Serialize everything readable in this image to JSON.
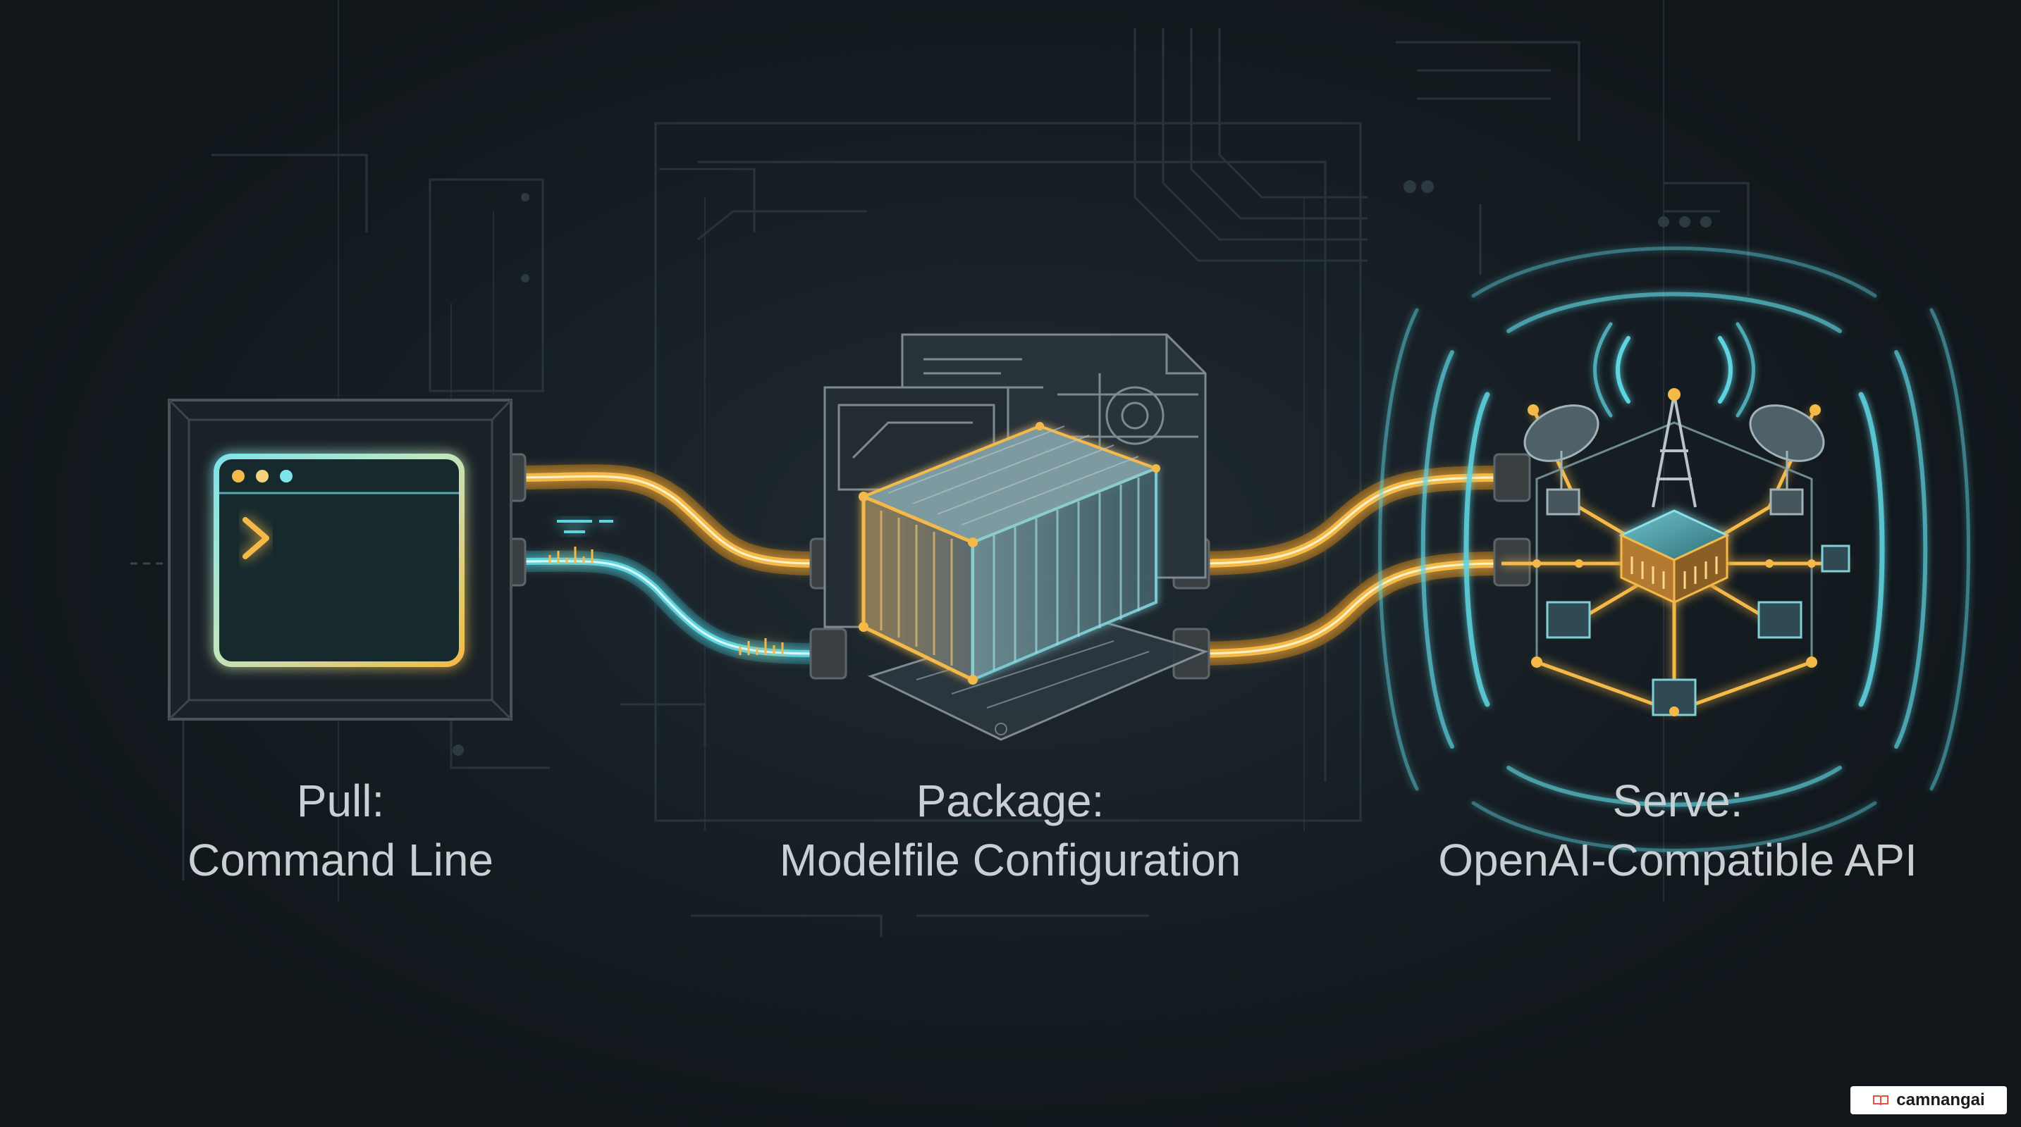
{
  "stages": [
    {
      "title": "Pull:",
      "subtitle": "Command Line",
      "icon": "terminal-window-icon"
    },
    {
      "title": "Package:",
      "subtitle": "Modelfile Configuration",
      "icon": "shipping-container-icon"
    },
    {
      "title": "Serve:",
      "subtitle": "OpenAI-Compatible API",
      "icon": "api-network-hub-icon"
    }
  ],
  "terminal_prompt": ">_",
  "watermark": {
    "text": "camnangai"
  },
  "colors": {
    "background": "#141b20",
    "accent_orange": "#f5b94a",
    "accent_cyan": "#5fd3e0",
    "label_text": "#c9cfd3"
  }
}
